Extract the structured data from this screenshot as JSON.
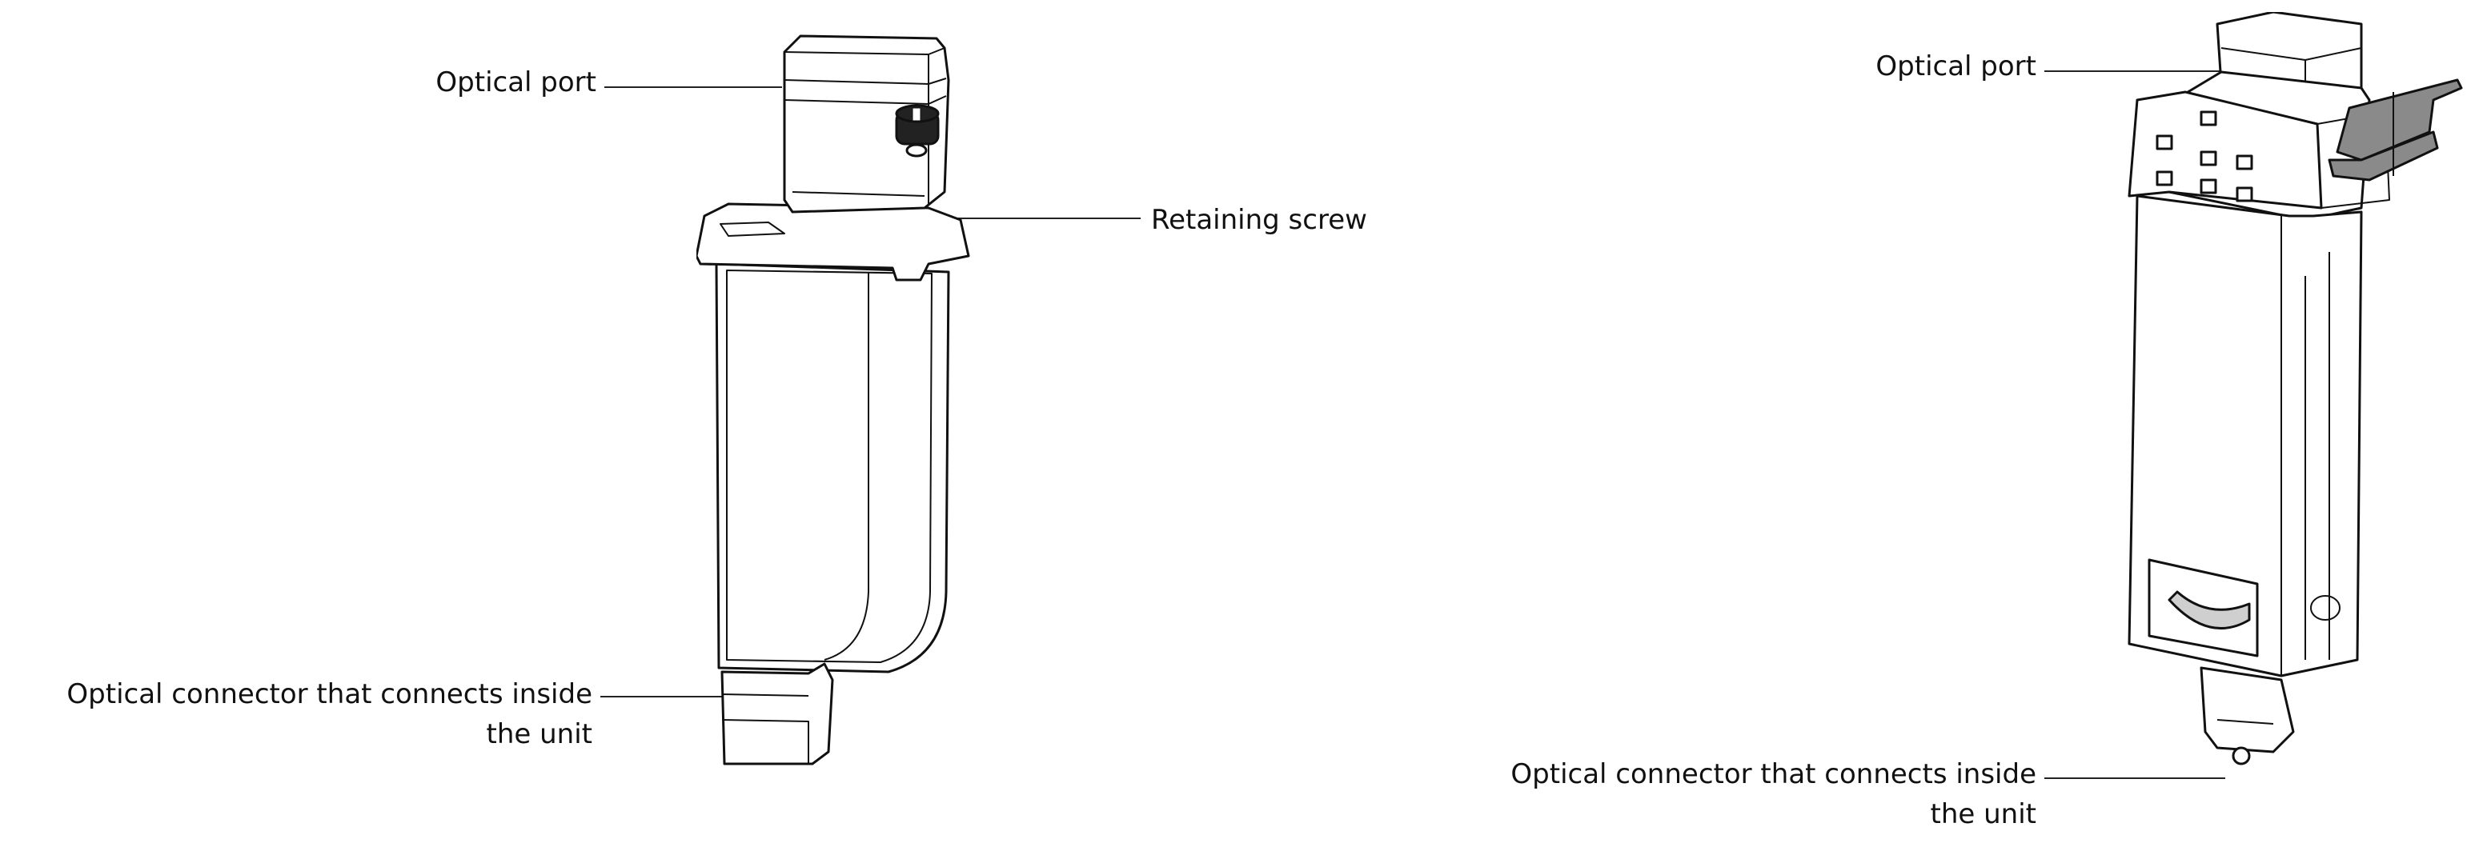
{
  "left_figure": {
    "labels": {
      "optical_port": "Optical port",
      "retaining_screw": "Retaining screw",
      "connector_line1": "Optical connector that connects inside",
      "connector_line2": "the unit"
    }
  },
  "right_figure": {
    "labels": {
      "optical_port": "Optical port",
      "connector_line1": "Optical connector that connects inside",
      "connector_line2": "the unit"
    }
  }
}
